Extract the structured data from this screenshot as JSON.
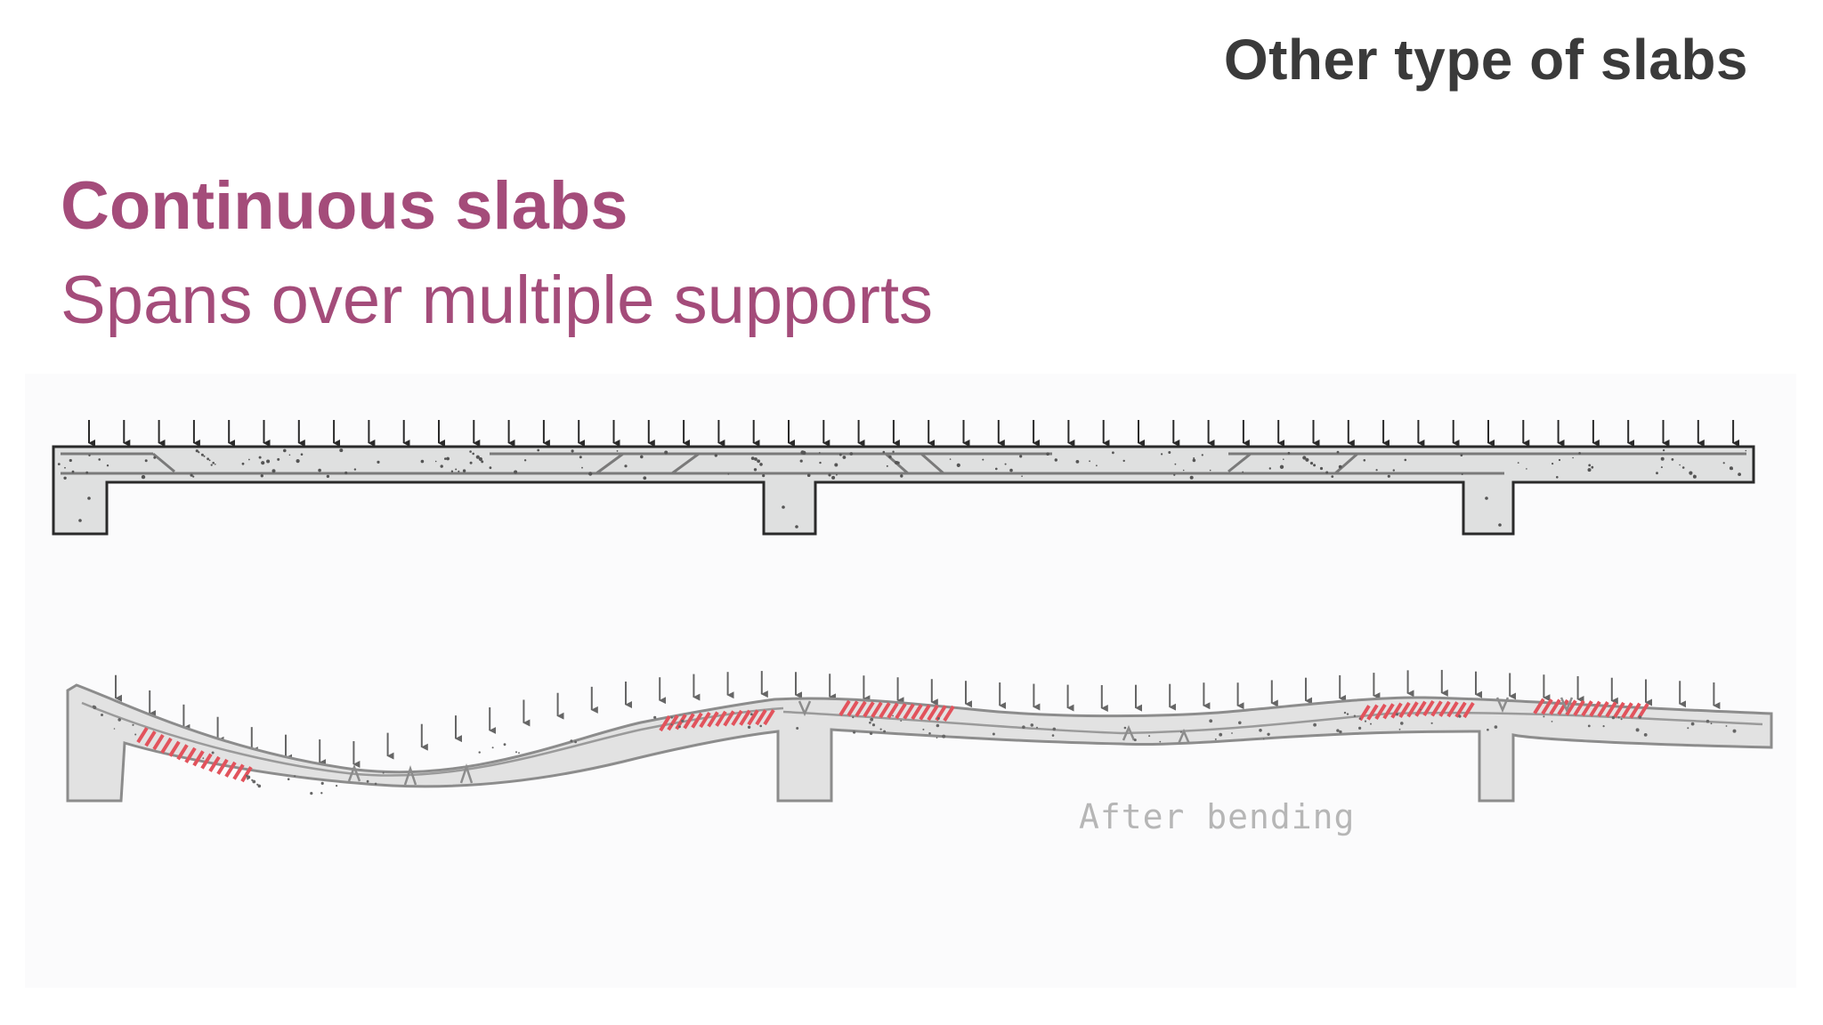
{
  "slide": {
    "header": "Other type of slabs",
    "title": "Continuous slabs",
    "subtitle": "Spans over multiple supports"
  },
  "diagram": {
    "caption": "After bending",
    "colors": {
      "concrete": "#dfe0e0",
      "outline": "#2a2a2a",
      "bent_outline": "#8c8c8c",
      "tension_hatch": "#e2535c",
      "rebar": "#7a7a7a"
    }
  }
}
